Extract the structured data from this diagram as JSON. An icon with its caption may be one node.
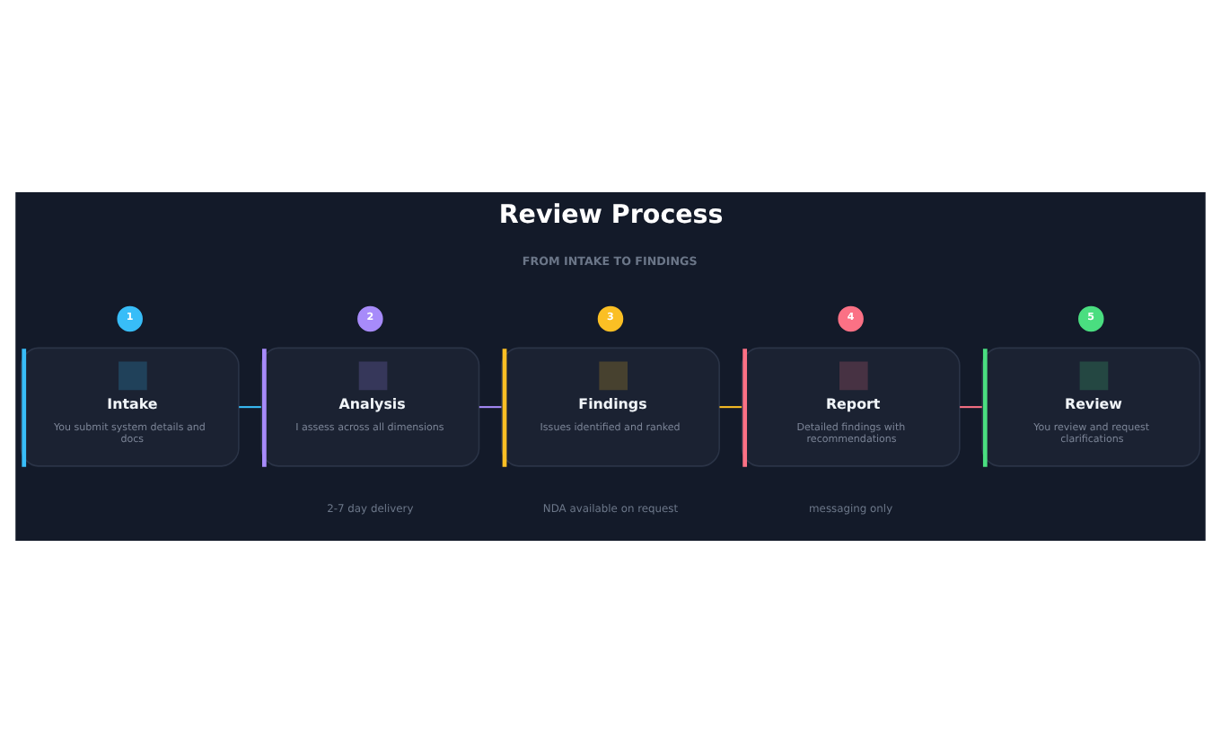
{
  "diagram": {
    "title": "Review Process",
    "nodes": [
      {
        "text": [
          "1"
        ]
      },
      {
        "text": [
          "Intake",
          "You submit system details and docs"
        ]
      },
      {
        "text": [
          "2"
        ]
      },
      {
        "text": [
          "Analysis",
          "I assess across all dimensions"
        ]
      },
      {
        "text": [
          "3"
        ]
      },
      {
        "text": [
          "Findings",
          "Issues identified and ranked"
        ]
      },
      {
        "text": [
          "4"
        ]
      },
      {
        "text": [
          "Report",
          "Detailed findings with recommendations"
        ]
      },
      {
        "text": [
          "5"
        ]
      },
      {
        "text": [
          "Review",
          "You review and request clarifications"
        ]
      }
    ],
    "edges": [
      {
        "from": 1,
        "to": 3,
        "arrow": "none",
        "color": "#38bdf8"
      },
      {
        "from": 3,
        "to": 5,
        "arrow": "none",
        "color": "#a78bfa"
      },
      {
        "from": 5,
        "to": 7,
        "arrow": "none",
        "color": "#fbbf24"
      },
      {
        "from": 7,
        "to": 9,
        "arrow": "none",
        "color": "#fb7185"
      }
    ],
    "labels": [
      "FROM INTAKE TO FINDINGS",
      "2-7 day delivery",
      "NDA available on request",
      "messaging only"
    ]
  }
}
